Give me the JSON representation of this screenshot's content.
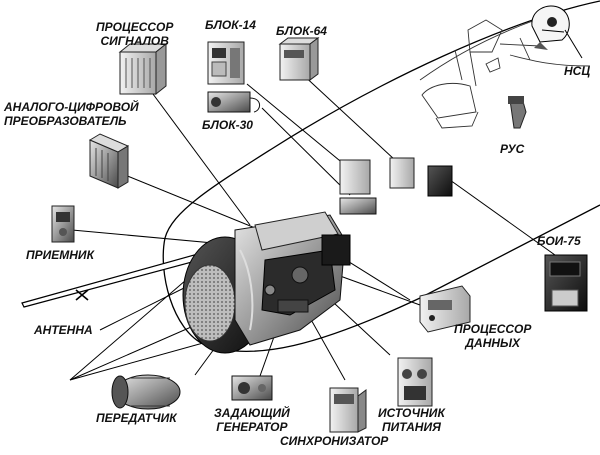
{
  "labels": {
    "signal_processor": [
      "ПРОЦЕССОР",
      "СИГНАЛОВ"
    ],
    "block14": "БЛОК-14",
    "block64": "БЛОК-64",
    "block30": "БЛОК-30",
    "adc": [
      "АНАЛОГО-ЦИФРОВОЙ",
      "ПРЕОБРАЗОВАТЕЛЬ"
    ],
    "receiver": "ПРИЕМНИК",
    "antenna": "АНТЕННА",
    "transmitter": "ПЕРЕДАТЧИК",
    "master_oscillator": [
      "ЗАДАЮЩИЙ",
      "ГЕНЕРАТОР"
    ],
    "synchronizer": "СИНХРОНИЗАТОР",
    "power_supply": [
      "ИСТОЧНИК",
      "ПИТАНИЯ"
    ],
    "data_processor": [
      "ПРОЦЕССОР",
      "ДАННЫХ"
    ],
    "boi75": "БОИ-75",
    "rus": "РУС",
    "nsc": "НСЦ"
  }
}
